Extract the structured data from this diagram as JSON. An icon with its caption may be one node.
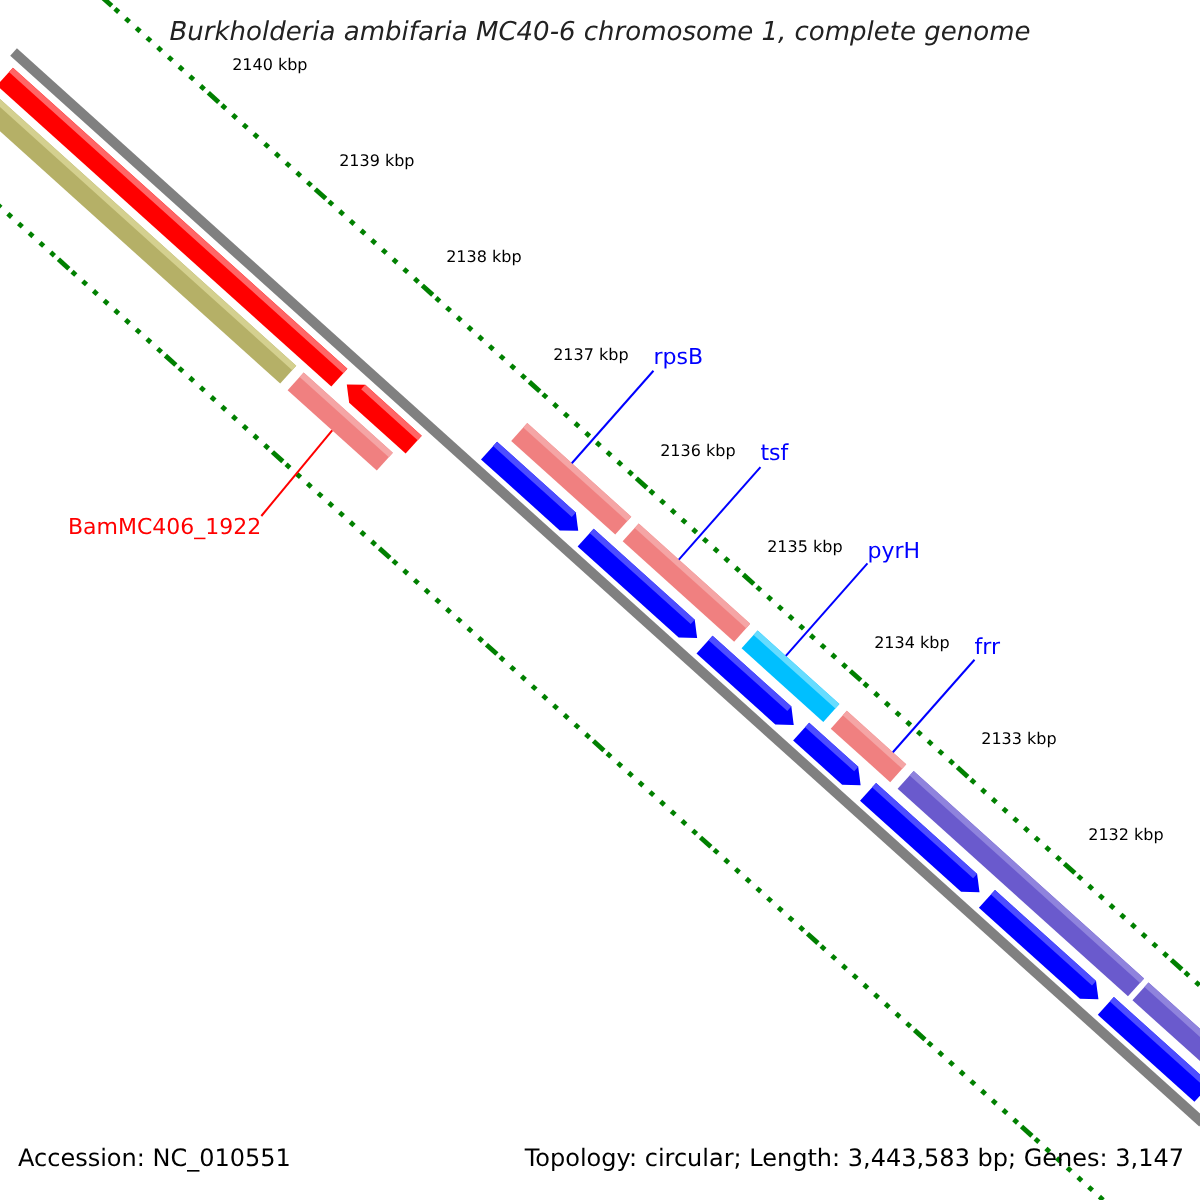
{
  "diagram": {
    "title": "Burkholderia ambifaria MC40-6 chromosome 1, complete genome",
    "nodes": [
      {
        "text": [
          "rpsB"
        ]
      },
      {
        "text": [],
        "shape": "bar"
      },
      {
        "text": [
          "tsf"
        ]
      },
      {
        "text": [],
        "shape": "bar"
      },
      {
        "text": [
          "pyrH"
        ]
      },
      {
        "text": [],
        "shape": "bar"
      },
      {
        "text": [
          "frr"
        ]
      },
      {
        "text": [],
        "shape": "bar"
      },
      {
        "text": [
          "BamMC406_1922"
        ]
      },
      {
        "text": [],
        "shape": "bar"
      },
      {
        "text": [],
        "shape": "bar"
      },
      {
        "text": [],
        "shape": "bar"
      },
      {
        "text": [],
        "shape": "arrow"
      },
      {
        "text": [],
        "shape": "arrow"
      },
      {
        "text": [],
        "shape": "arrow"
      },
      {
        "text": [],
        "shape": "arrow"
      },
      {
        "text": [],
        "shape": "arrow"
      },
      {
        "text": [],
        "shape": "arrow"
      },
      {
        "text": [],
        "shape": "arrow"
      },
      {
        "text": [],
        "shape": "bar"
      },
      {
        "text": [],
        "shape": "bar"
      },
      {
        "text": [],
        "shape": "bar"
      }
    ],
    "edges": [
      {
        "from": 0,
        "to": 1,
        "arrow": "none"
      },
      {
        "from": 2,
        "to": 3,
        "arrow": "none"
      },
      {
        "from": 4,
        "to": 5,
        "arrow": "none"
      },
      {
        "from": 6,
        "to": 7,
        "arrow": "none"
      },
      {
        "from": 8,
        "to": 9,
        "arrow": "none",
        "color": "#ff0000"
      }
    ],
    "labels": [
      "2140 kbp",
      "2139 kbp",
      "2138 kbp",
      "2137 kbp",
      "2136 kbp",
      "2135 kbp",
      "2134 kbp",
      "2133 kbp",
      "2132 kbp",
      "Accession: NC_010551",
      "Topology: circular; Length: 3,443,583 bp; Genes: 3,147"
    ]
  }
}
